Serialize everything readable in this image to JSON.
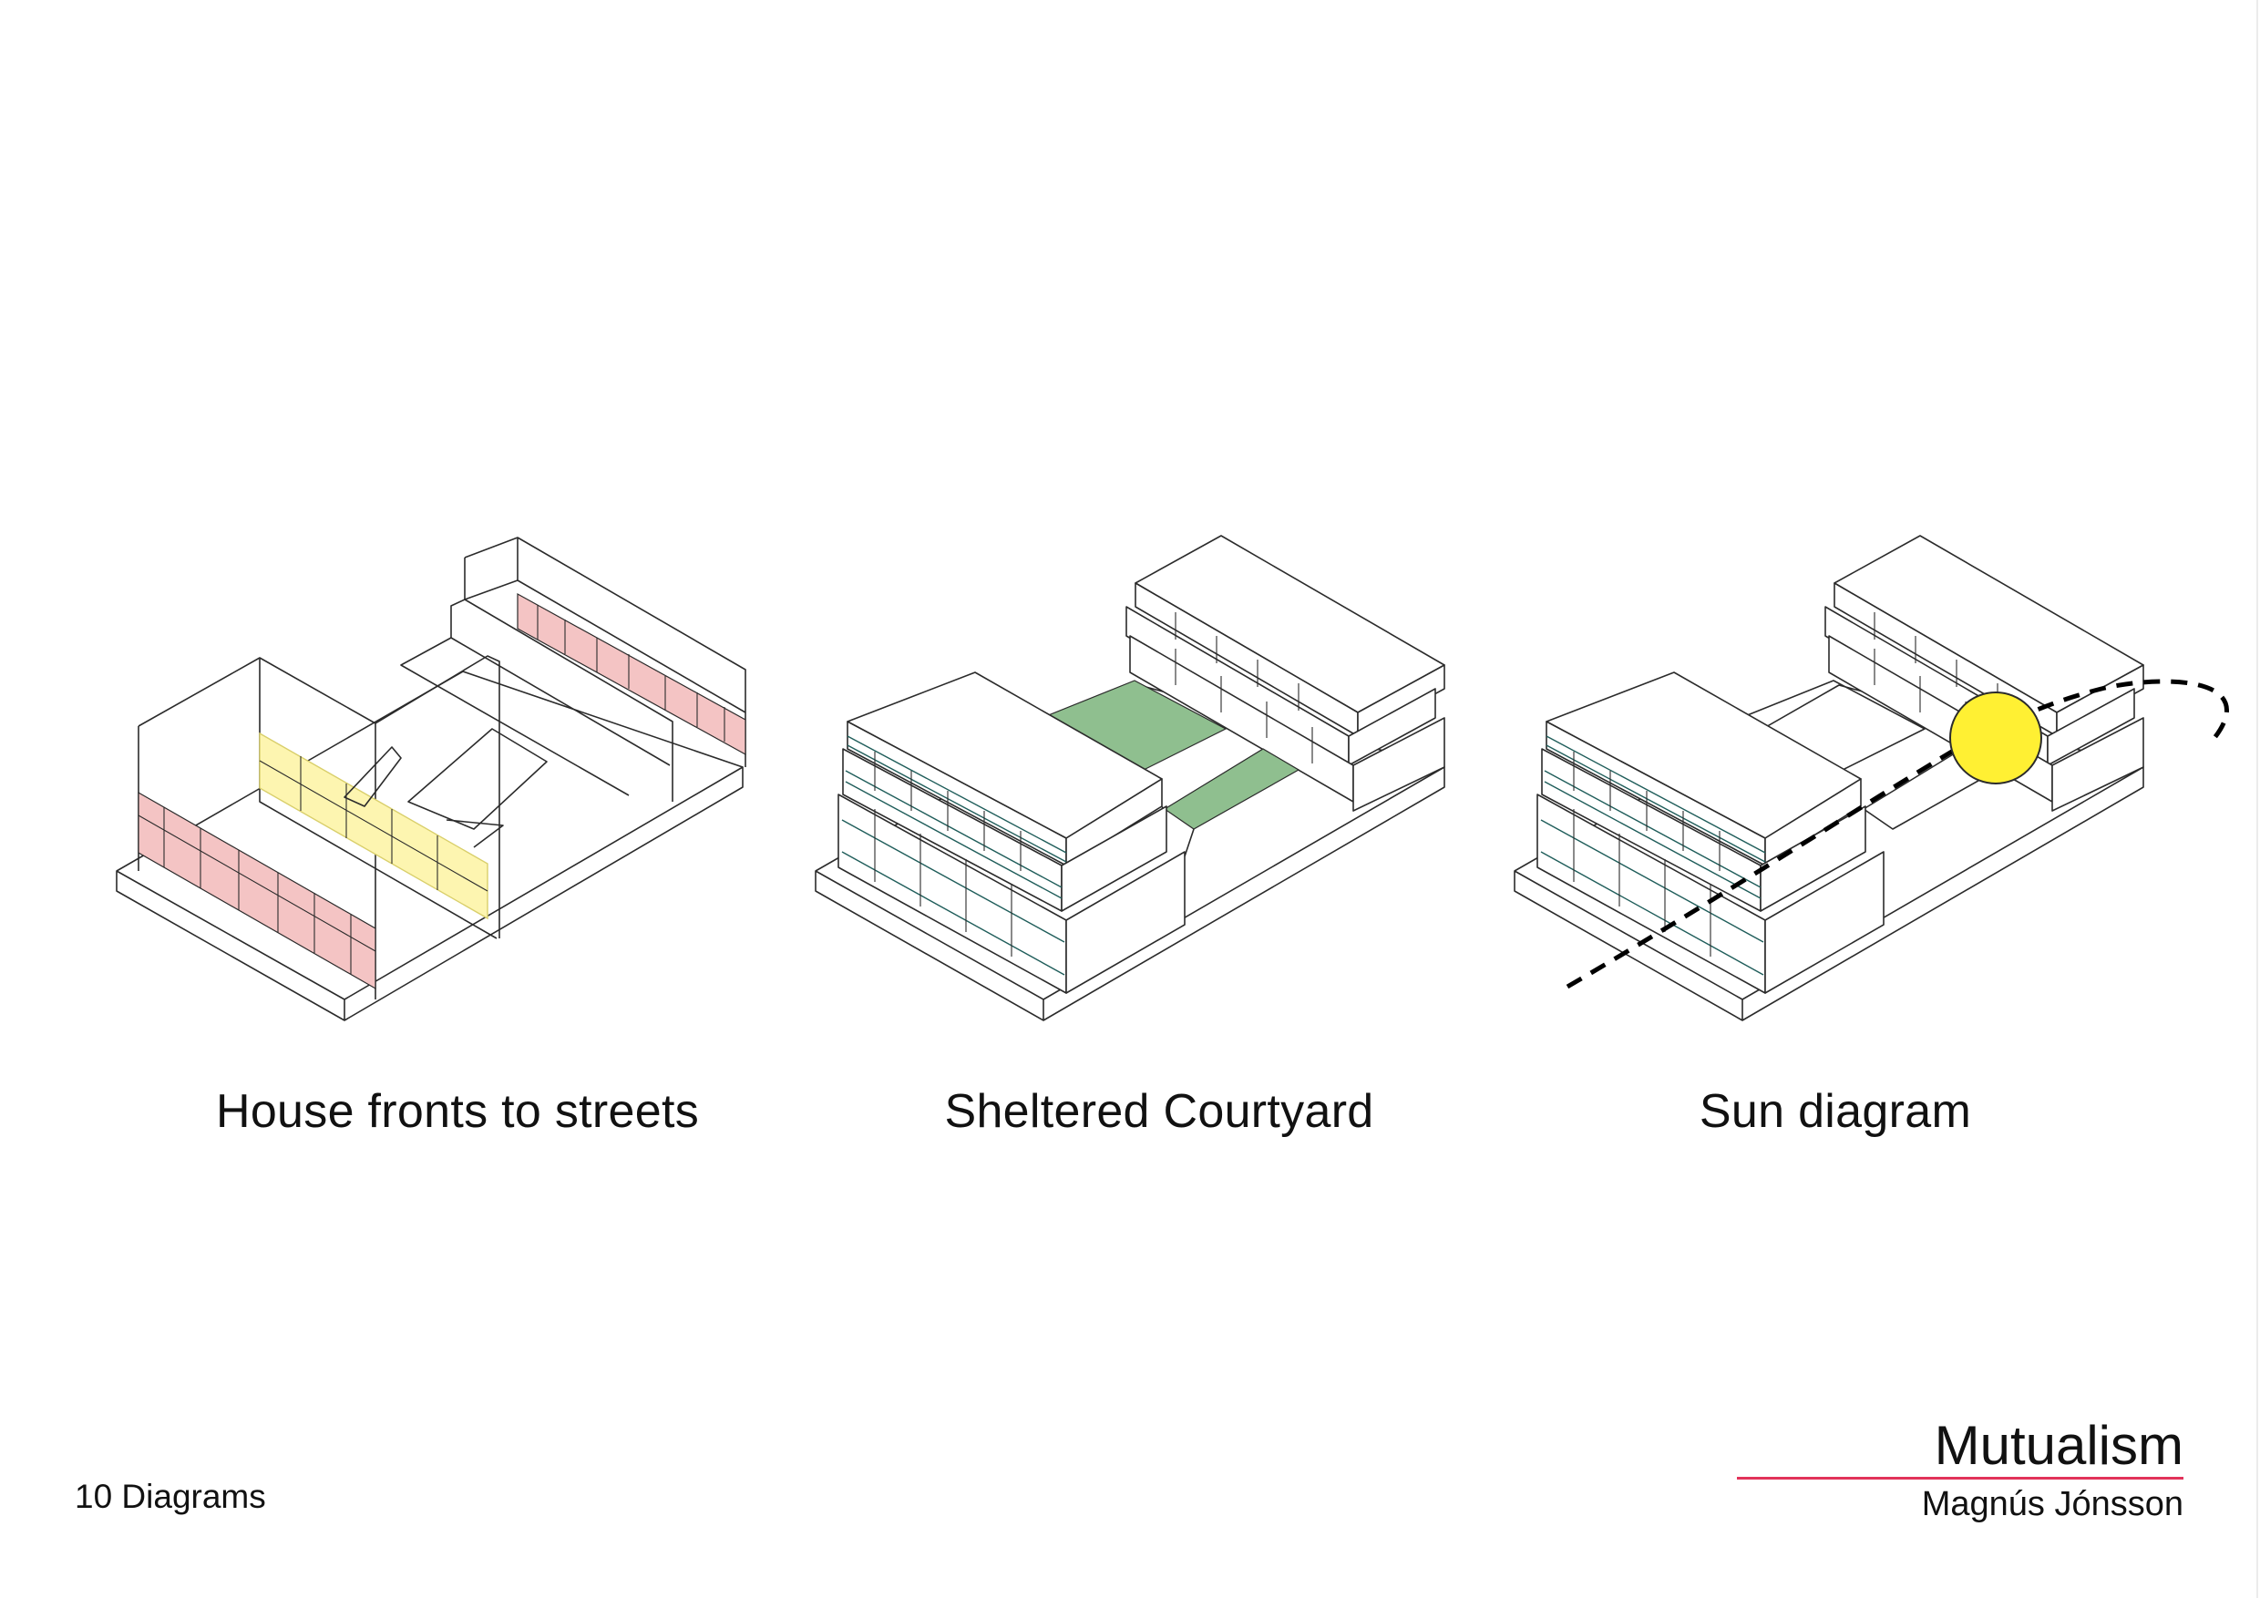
{
  "captions": {
    "diagram_1": "House fronts to streets",
    "diagram_2": "Sheltered Courtyard",
    "diagram_3": "Sun diagram"
  },
  "footer": {
    "section_label": "10 Diagrams",
    "project_title": "Mutualism",
    "author": "Magnús Jónsson"
  },
  "colors": {
    "street_front_highlight": "#f4c4c4",
    "screen_plane_highlight": "#fdf5b0",
    "courtyard_green": "#8fbf8f",
    "sun_yellow": "#fff033",
    "title_rule_accent": "#e2335a"
  }
}
